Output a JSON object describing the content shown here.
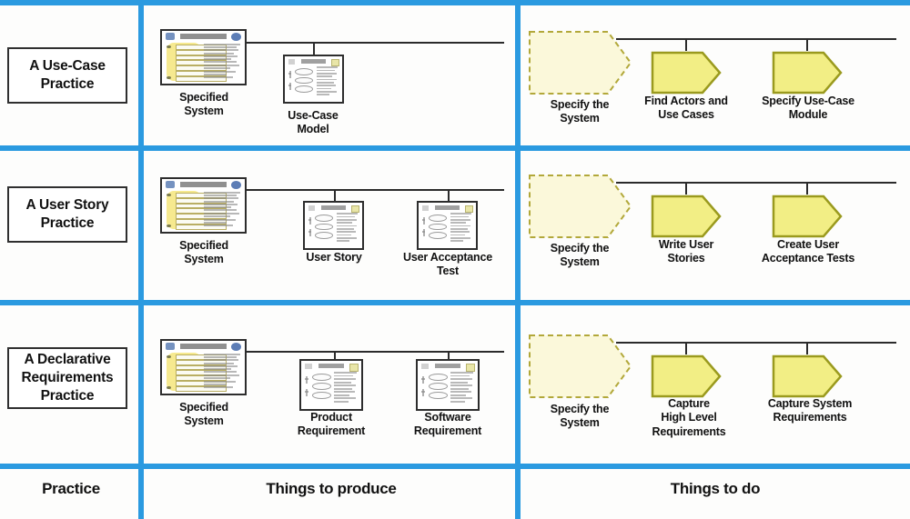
{
  "colors": {
    "rule_blue": "#2b9ae0",
    "arrow_fill": "#f2ee85",
    "arrow_stroke": "#9a9a1e",
    "ghost_fill": "#fbf8da",
    "ghost_stroke": "#b2a83a",
    "box_border": "#2f2f2f",
    "text": "#111111",
    "background": "#fdfdfc"
  },
  "footer": {
    "columns": [
      {
        "label": "Practice"
      },
      {
        "label": "Things to produce"
      },
      {
        "label": "Things to do"
      }
    ]
  },
  "rows": [
    {
      "practice": "A Use-Case\nPractice",
      "practice_lines": [
        "A Use-Case",
        "Practice"
      ],
      "produce": [
        {
          "label": "Specified\nSystem",
          "lines": [
            "Specified",
            "System"
          ],
          "kind": "specified-system"
        },
        {
          "label": "Use-Case\nModel",
          "lines": [
            "Use-Case",
            "Model"
          ],
          "kind": "document"
        }
      ],
      "todo": [
        {
          "label": "Specify the\nSystem",
          "lines": [
            "Specify the",
            "System"
          ],
          "style": "ghost"
        },
        {
          "label": "Find Actors and\nUse Cases",
          "lines": [
            "Find Actors and",
            "Use Cases"
          ],
          "style": "solid"
        },
        {
          "label": "Specify Use-Case\nModule",
          "lines": [
            "Specify Use-Case",
            "Module"
          ],
          "style": "solid"
        }
      ]
    },
    {
      "practice": "A User Story\nPractice",
      "practice_lines": [
        "A User Story",
        "Practice"
      ],
      "produce": [
        {
          "label": "Specified\nSystem",
          "lines": [
            "Specified",
            "System"
          ],
          "kind": "specified-system"
        },
        {
          "label": "User Story",
          "lines": [
            "User Story"
          ],
          "kind": "document"
        },
        {
          "label": "User Acceptance\nTest",
          "lines": [
            "User Acceptance",
            "Test"
          ],
          "kind": "document"
        }
      ],
      "todo": [
        {
          "label": "Specify the\nSystem",
          "lines": [
            "Specify the",
            "System"
          ],
          "style": "ghost"
        },
        {
          "label": "Write User\nStories",
          "lines": [
            "Write User",
            "Stories"
          ],
          "style": "solid"
        },
        {
          "label": "Create User\nAcceptance Tests",
          "lines": [
            "Create User",
            "Acceptance Tests"
          ],
          "style": "solid"
        }
      ]
    },
    {
      "practice": "A Declarative\nRequirements\nPractice",
      "practice_lines": [
        "A Declarative",
        "Requirements",
        "Practice"
      ],
      "produce": [
        {
          "label": "Specified\nSystem",
          "lines": [
            "Specified",
            "System"
          ],
          "kind": "specified-system"
        },
        {
          "label": "Product\nRequirement",
          "lines": [
            "Product",
            "Requirement"
          ],
          "kind": "document"
        },
        {
          "label": "Software\nRequirement",
          "lines": [
            "Software",
            "Requirement"
          ],
          "kind": "document"
        }
      ],
      "todo": [
        {
          "label": "Specify the\nSystem",
          "lines": [
            "Specify the",
            "System"
          ],
          "style": "ghost"
        },
        {
          "label": "Capture\nHigh Level\nRequirements",
          "lines": [
            "Capture",
            "High Level",
            "Requirements"
          ],
          "style": "solid"
        },
        {
          "label": "Capture System\nRequirements",
          "lines": [
            "Capture System",
            "Requirements"
          ],
          "style": "solid"
        }
      ]
    }
  ]
}
